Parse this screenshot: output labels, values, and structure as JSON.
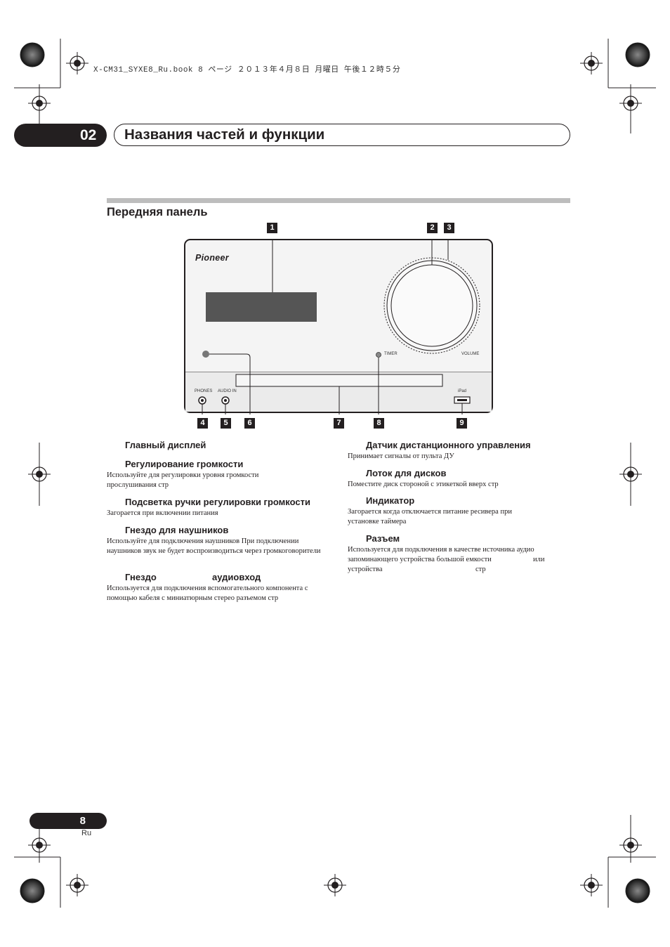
{
  "print_line": "X-CM31_SYXE8_Ru.book  8 ページ  ２０１３年４月８日  月曜日  午後１２時５分",
  "chapter": {
    "number": "02",
    "title": "Названия частей и функции"
  },
  "section_title": "Передняя панель",
  "device": {
    "brand": "Pioneer",
    "labels": {
      "timer": "TIMER",
      "volume": "VOLUME",
      "phones": "PHONES",
      "audio_in": "AUDIO IN",
      "ipad": "iPad"
    },
    "callouts": [
      "1",
      "2",
      "3",
      "4",
      "5",
      "6",
      "7",
      "8",
      "9"
    ]
  },
  "items_left": [
    {
      "title": "Главный дисплей",
      "desc": ""
    },
    {
      "title": "Регулирование громкости",
      "desc": "Используйте для регулировки уровня громкости прослушивания  стр"
    },
    {
      "title": "Подсветка ручки регулировки громкости",
      "desc": "Загорается при включении питания"
    },
    {
      "title": "Гнездо для наушников",
      "desc": "Используйте для подключения наушников  При подключении наушников звук не будет воспроизводиться через громкоговорители"
    },
    {
      "title_a": "Гнездо",
      "title_b": "аудиовход",
      "desc": "Используется для подключения вспомогательного компонента с помощью кабеля с миниатюрным стерео разъемом  стр"
    }
  ],
  "items_right": [
    {
      "title": "Датчик дистанционного управления",
      "desc": "Принимает сигналы от пульта ДУ"
    },
    {
      "title": "Лоток для дисков",
      "desc": "Поместите диск  стороной с этикеткой вверх  стр"
    },
    {
      "title": "Индикатор",
      "desc": "Загорается  когда отключается питание ресивера при установке таймера"
    },
    {
      "title": "Разъем",
      "desc_lines": [
        "Используется для подключения в качестве источника аудио",
        "запоминающего устройства большой емкости",
        "или",
        "устройства",
        "стр"
      ]
    }
  ],
  "footer": {
    "page": "8",
    "lang": "Ru"
  }
}
